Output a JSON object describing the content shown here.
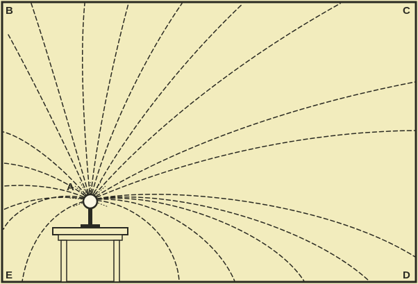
{
  "labels": {
    "corner_top_left": "B",
    "corner_top_right": "C",
    "corner_bottom_right": "D",
    "corner_bottom_left": "E",
    "sphere": "A"
  },
  "colors": {
    "background": "#f2ecbd",
    "ink": "#2a2a22",
    "frame": "#2a2a22",
    "sphere_fill": "#fbf7e4"
  }
}
